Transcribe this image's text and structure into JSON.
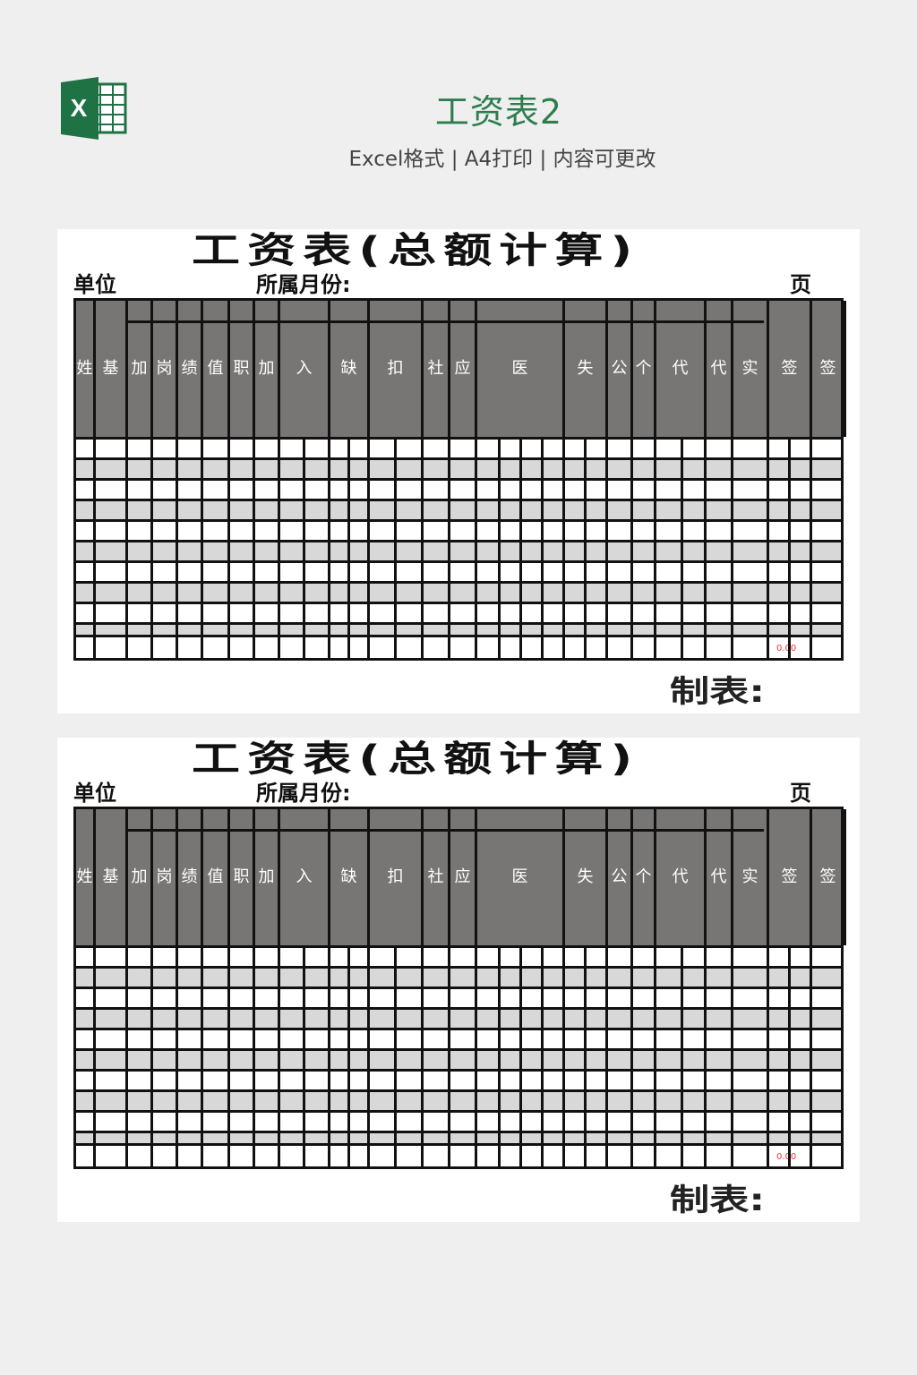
{
  "header": {
    "title": "工资表2",
    "subtitle": "Excel格式 | A4打印 | 内容可更改",
    "logo_letter": "X"
  },
  "colors": {
    "brand": "#2e7d4f",
    "header_fill": "#787575",
    "stripe": "#d8d8d8"
  },
  "sheets": [
    {
      "title": "工资表(总额计算)",
      "unit_label": "单位",
      "month_label": "所属月份:",
      "page_label": "页",
      "header_glyphs": [
        "姓",
        "基",
        "加",
        "岗",
        "绩",
        "值",
        "职",
        "加",
        "入",
        "缺",
        "扣",
        "社",
        "应",
        "医",
        "失",
        "公",
        "个",
        "代",
        "代",
        "实",
        "签"
      ],
      "total_value": "0.00",
      "maker_label": "制表:"
    },
    {
      "title": "工资表(总额计算)",
      "unit_label": "单位",
      "month_label": "所属月份:",
      "page_label": "页",
      "header_glyphs": [
        "姓",
        "基",
        "加",
        "岗",
        "绩",
        "值",
        "职",
        "加",
        "入",
        "缺",
        "扣",
        "社",
        "应",
        "医",
        "失",
        "公",
        "个",
        "代",
        "代",
        "实",
        "签"
      ],
      "total_value": "0.00",
      "maker_label": "制表:"
    }
  ]
}
